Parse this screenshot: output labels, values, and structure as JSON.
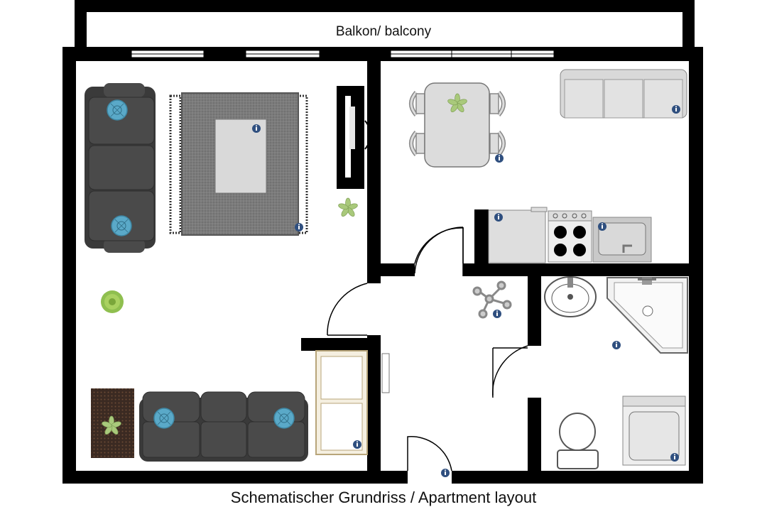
{
  "labels": {
    "balcony": "Balkon/ balcony",
    "caption": "Schematischer Grundriss / Apartment layout"
  },
  "colors": {
    "wall": "#000000",
    "floor": "#ffffff",
    "sofa": "#4a4a4a",
    "sofa_dark": "#3a3a3a",
    "cushion": "#5aa9c8",
    "rug": "#7b7b7b",
    "rug_inner": "#d9d9d9",
    "furniture_light": "#d6d6d6",
    "plant": "#a9c97b",
    "info_badge": "#2f4f7f",
    "brown_rug": "#3b2a22"
  },
  "rooms": [
    "living-room",
    "kitchen-dining",
    "hallway",
    "bathroom",
    "balcony"
  ],
  "icons": [
    "info-icon",
    "plant-icon",
    "tv-icon",
    "stove-icon",
    "sink-icon",
    "toilet-icon",
    "washbasin-icon",
    "shower-icon",
    "washing-machine-icon",
    "wardrobe-icon",
    "ceiling-lamp-icon"
  ]
}
